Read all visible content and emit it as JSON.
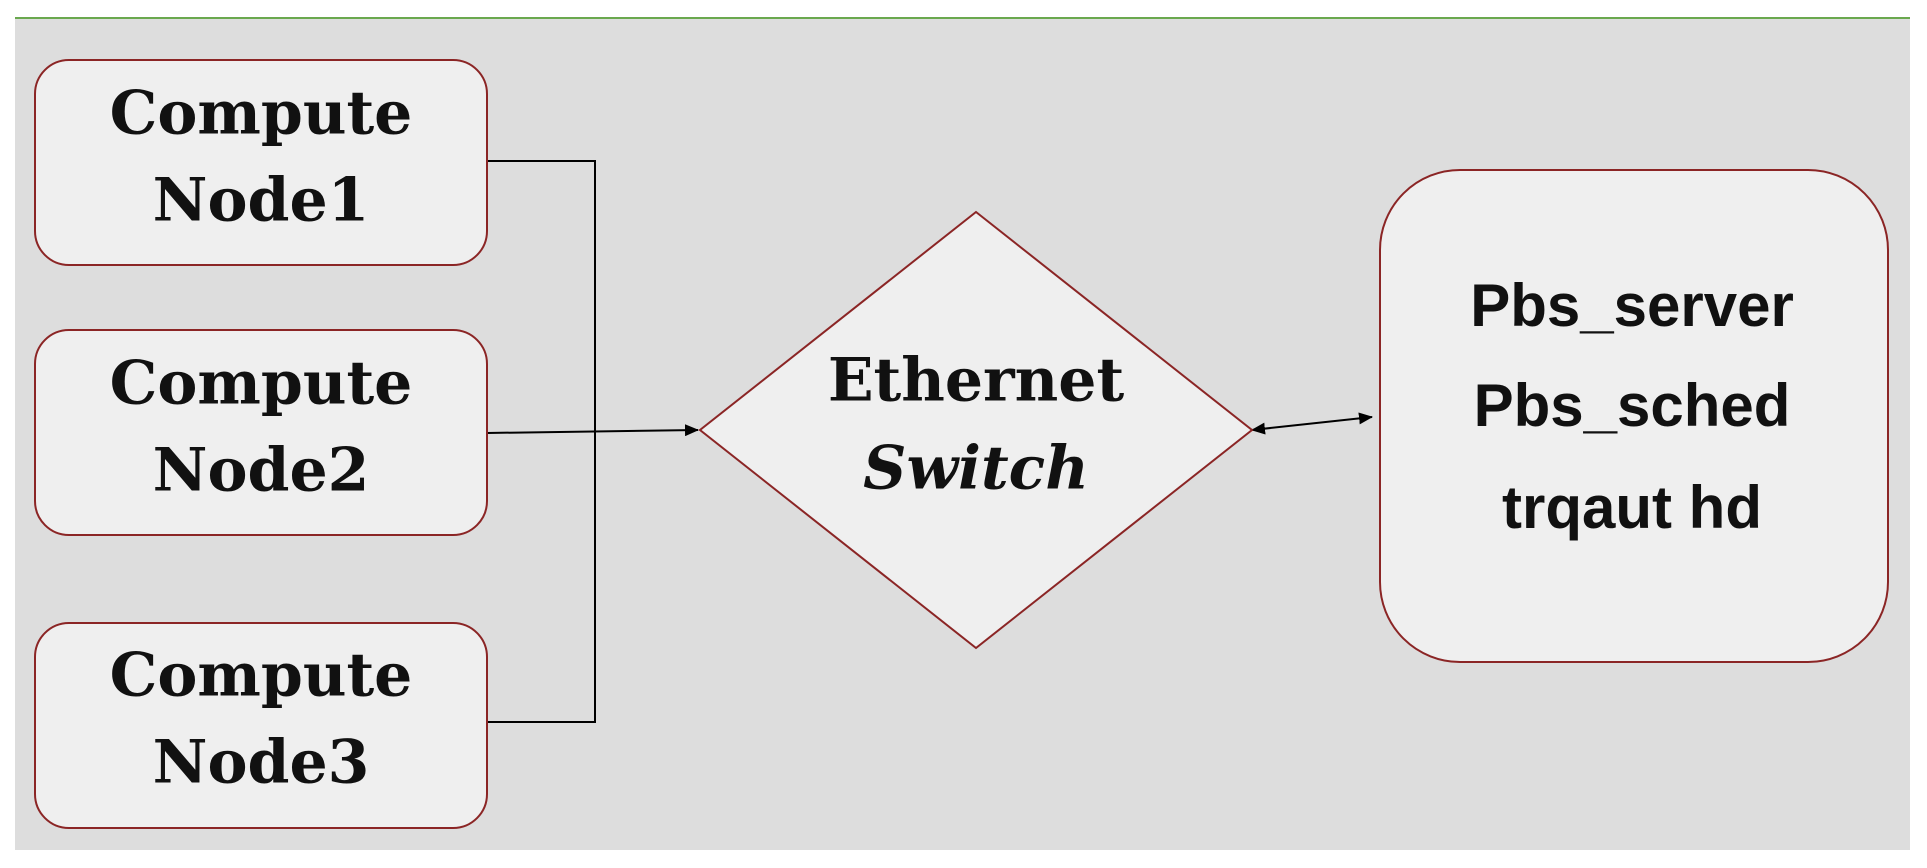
{
  "colors": {
    "canvas_background": "#dddddd",
    "node_fill": "#efefef",
    "node_border": "#8b2525",
    "connector": "#000000",
    "top_rule": "#6aa84f",
    "text": "#111111"
  },
  "nodes": {
    "compute_node_1": {
      "line1": "Compute",
      "line2": "Node1"
    },
    "compute_node_2": {
      "line1": "Compute",
      "line2": "Node2"
    },
    "compute_node_3": {
      "line1": "Compute",
      "line2": "Node3"
    },
    "ethernet_switch": {
      "line1": "Ethernet",
      "line2": "Switch"
    },
    "server": {
      "line1": "Pbs_server",
      "line2": "Pbs_sched",
      "line3": "trqaut hd"
    }
  },
  "edges": [
    {
      "from": "compute_node_1",
      "to": "ethernet_switch",
      "arrow": "end"
    },
    {
      "from": "compute_node_2",
      "to": "ethernet_switch",
      "arrow": "end"
    },
    {
      "from": "compute_node_3",
      "to": "ethernet_switch",
      "arrow": "end"
    },
    {
      "from": "ethernet_switch",
      "to": "server",
      "arrow": "both"
    }
  ]
}
